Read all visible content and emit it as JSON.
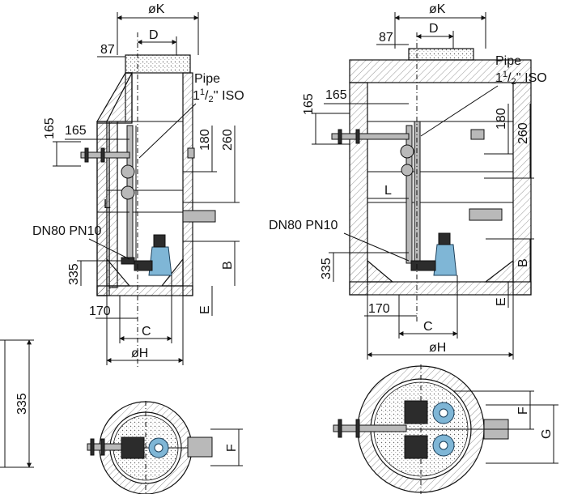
{
  "diagram": {
    "left_view": {
      "dim_K": "øK",
      "dim_D": "D",
      "dim_87": "87",
      "pipe_label_line1": "Pipe",
      "pipe_label_line2_main": "1",
      "pipe_label_line2_sup": "1",
      "pipe_label_line2_sub": "2",
      "pipe_label_line2_tail": "'' ISO",
      "dim_165_vertical": "165",
      "dim_165_horizontal": "165",
      "dim_180": "180",
      "dim_260": "260",
      "dim_L": "L",
      "outlet_label": "DN80 PN10",
      "dim_335": "335",
      "dim_B": "B",
      "dim_E": "E",
      "dim_170": "170",
      "dim_C": "C",
      "dim_H": "øH"
    },
    "right_view": {
      "dim_K": "øK",
      "dim_D": "D",
      "dim_87": "87",
      "pipe_label_line1": "Pipe",
      "pipe_label_line2_main": "1",
      "pipe_label_line2_sup": "1",
      "pipe_label_line2_sub": "2",
      "pipe_label_line2_tail": "'' ISO",
      "dim_165_vertical": "165",
      "dim_165_horizontal": "165",
      "dim_180": "180",
      "dim_260": "260",
      "dim_L": "L",
      "outlet_label": "DN80 PN10",
      "dim_335": "335",
      "dim_B": "B",
      "dim_E": "E",
      "dim_170": "170",
      "dim_C": "C",
      "dim_H": "øH"
    },
    "side_dimension": "335",
    "plan_left": {
      "dim_F": "F"
    },
    "plan_right": {
      "dim_F": "F",
      "dim_G": "G"
    }
  }
}
